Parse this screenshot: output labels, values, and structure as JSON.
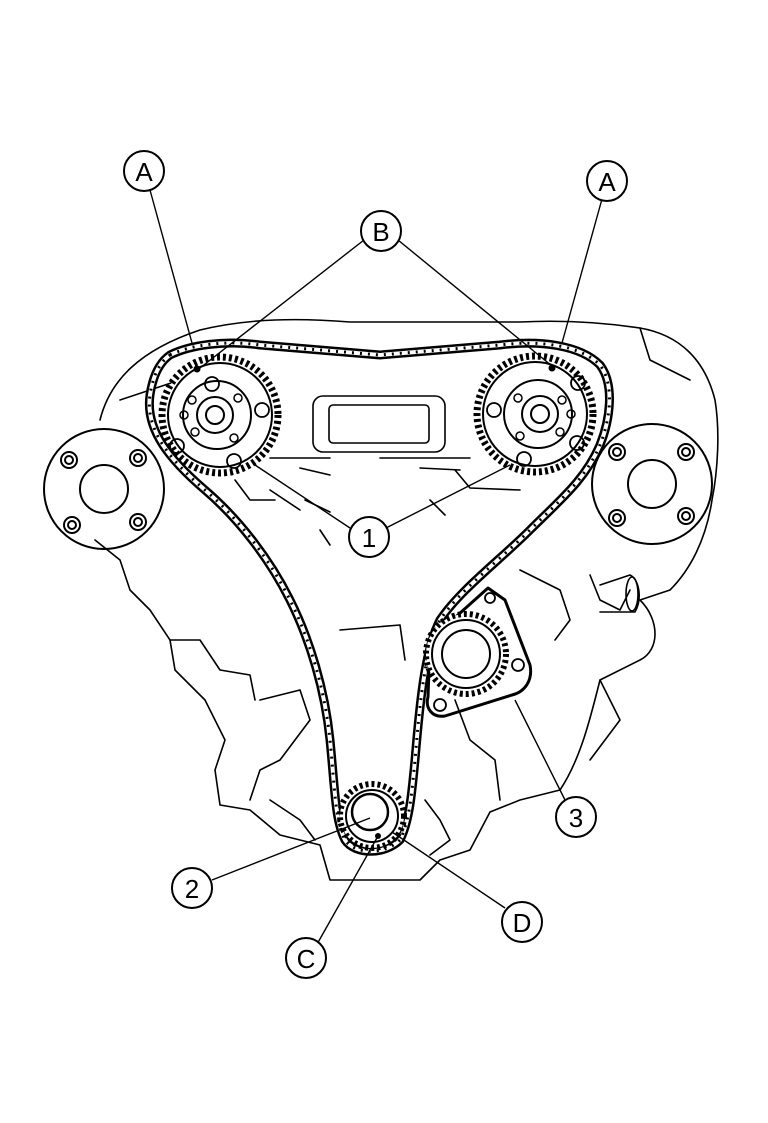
{
  "diagram": {
    "subject": "timing-chain-assembly",
    "colors": {
      "ink": "#000000",
      "paper": "#ffffff"
    },
    "callouts": [
      {
        "id": "A-left",
        "label": "A"
      },
      {
        "id": "A-right",
        "label": "A"
      },
      {
        "id": "B",
        "label": "B"
      },
      {
        "id": "1",
        "label": "1"
      },
      {
        "id": "2",
        "label": "2"
      },
      {
        "id": "3",
        "label": "3"
      },
      {
        "id": "C",
        "label": "C"
      },
      {
        "id": "D",
        "label": "D"
      }
    ]
  }
}
